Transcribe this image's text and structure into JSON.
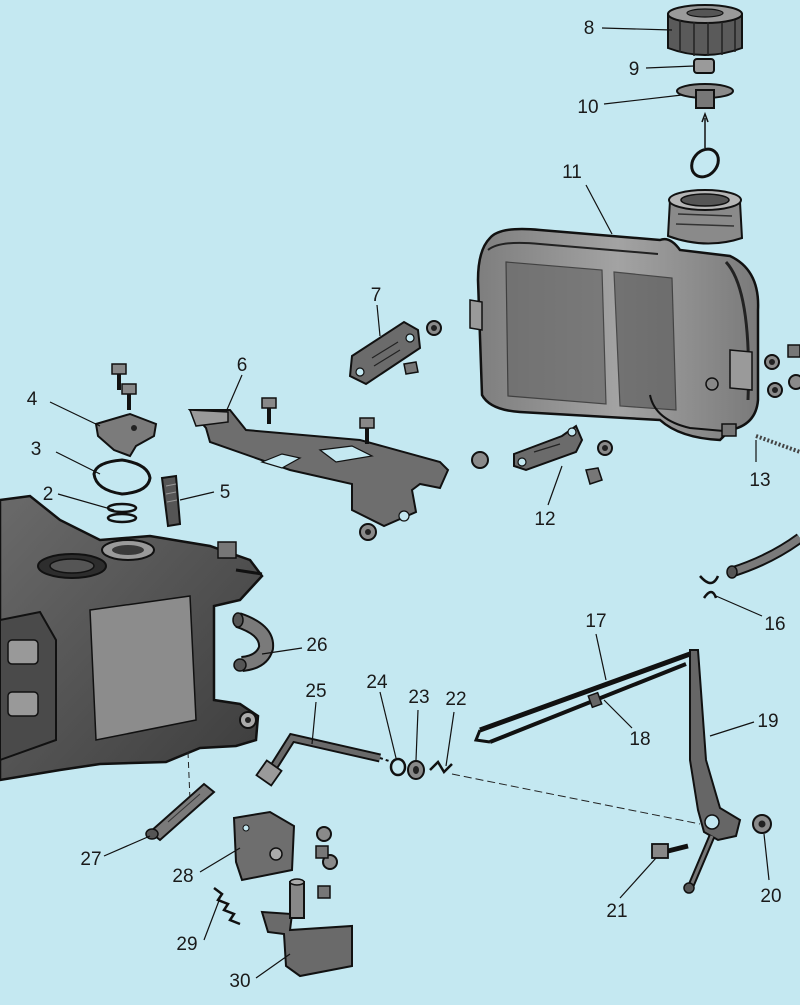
{
  "diagram": {
    "background_color": "#c4e8f1",
    "part_color": "#4a4a4a",
    "part_light_color": "#8c8c8c",
    "callouts": [
      {
        "id": "c1",
        "number": "2"
      },
      {
        "id": "c2",
        "number": "3"
      },
      {
        "id": "c3",
        "number": "4"
      },
      {
        "id": "c4",
        "number": "5"
      },
      {
        "id": "c5",
        "number": "6"
      },
      {
        "id": "c6",
        "number": "7"
      },
      {
        "id": "c7",
        "number": "8"
      },
      {
        "id": "c8",
        "number": "9"
      },
      {
        "id": "c9",
        "number": "10"
      },
      {
        "id": "c10",
        "number": "11"
      },
      {
        "id": "c11",
        "number": "12"
      },
      {
        "id": "c12",
        "number": "13"
      },
      {
        "id": "c13",
        "number": "16"
      },
      {
        "id": "c14",
        "number": "17"
      },
      {
        "id": "c15",
        "number": "18"
      },
      {
        "id": "c16",
        "number": "19"
      },
      {
        "id": "c17",
        "number": "20"
      },
      {
        "id": "c18",
        "number": "21"
      },
      {
        "id": "c19",
        "number": "22"
      },
      {
        "id": "c20",
        "number": "23"
      },
      {
        "id": "c21",
        "number": "24"
      },
      {
        "id": "c22",
        "number": "25"
      },
      {
        "id": "c23",
        "number": "26"
      },
      {
        "id": "c24",
        "number": "27"
      },
      {
        "id": "c25",
        "number": "28"
      },
      {
        "id": "c26",
        "number": "29"
      },
      {
        "id": "c27",
        "number": "30"
      }
    ]
  }
}
